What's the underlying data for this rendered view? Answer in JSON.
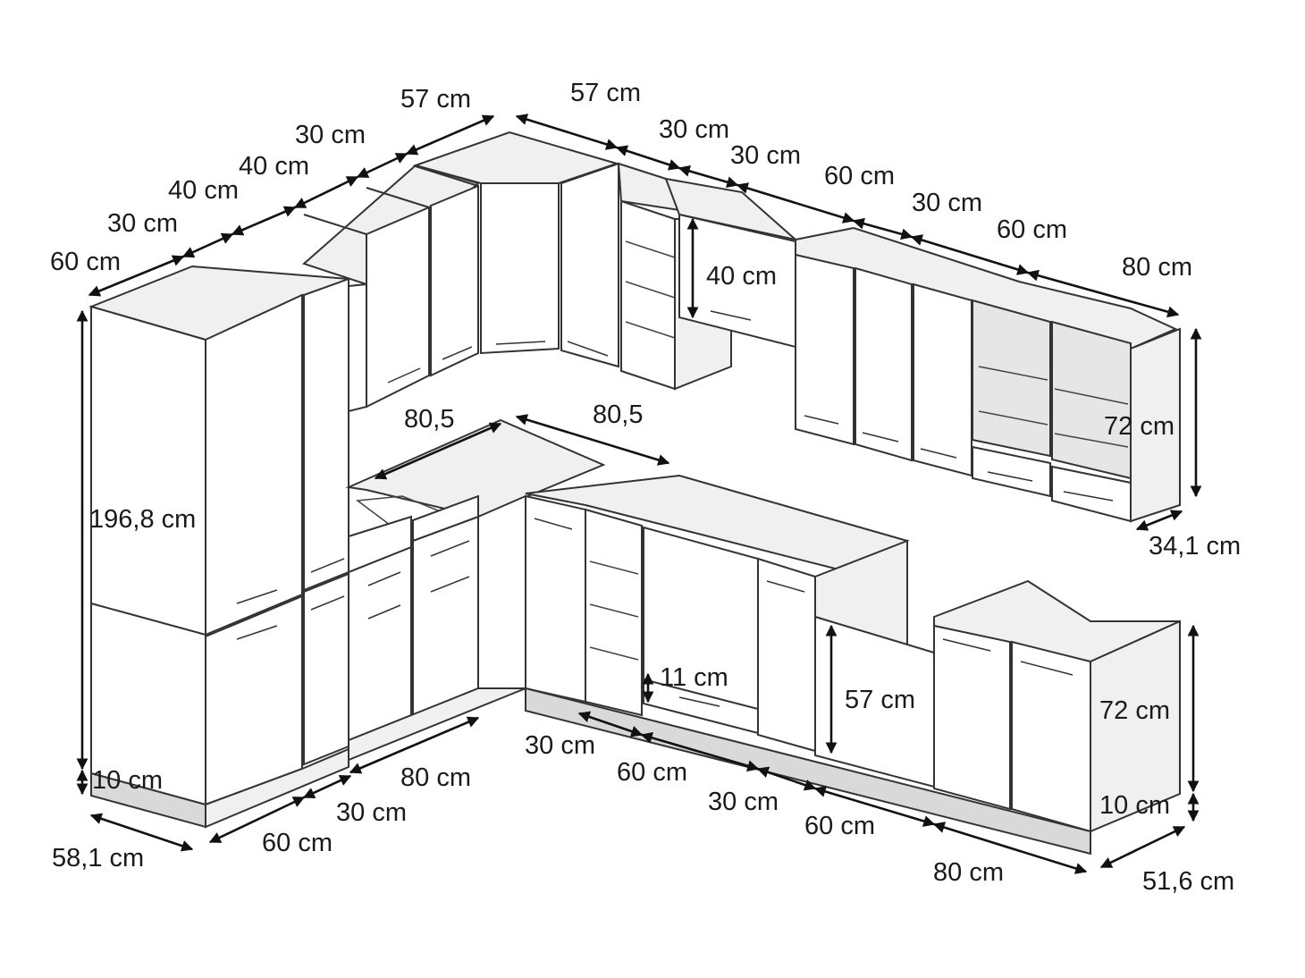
{
  "diagram": {
    "labels": {
      "top_57_left": "57 cm",
      "top_57_right": "57 cm",
      "top_30_a": "30 cm",
      "top_40_a": "40 cm",
      "top_40_b": "40 cm",
      "top_30_b": "30 cm",
      "top_60_left": "60 cm",
      "top_30_c": "30 cm",
      "top_30_d": "30 cm",
      "top_60_b": "60 cm",
      "top_30_e": "30 cm",
      "top_60_c": "60 cm",
      "top_80": "80 cm",
      "wall_40": "40 cm",
      "wall_72": "72 cm",
      "wall_depth": "34,1 cm",
      "corner_a": "80,5",
      "corner_b": "80,5",
      "tall_height": "196,8 cm",
      "tall_plinth": "10 cm",
      "tall_depth": "58,1 cm",
      "base_left_60": "60 cm",
      "base_left_30": "30 cm",
      "base_left_80": "80 cm",
      "drawer_11": "11 cm",
      "base_30": "30 cm",
      "base_60_a": "60 cm",
      "base_30_b": "30 cm",
      "dish_57": "57 cm",
      "base_60_b": "60 cm",
      "base_80": "80 cm",
      "base_72": "72 cm",
      "base_plinth": "10 cm",
      "base_depth": "51,6 cm"
    }
  }
}
